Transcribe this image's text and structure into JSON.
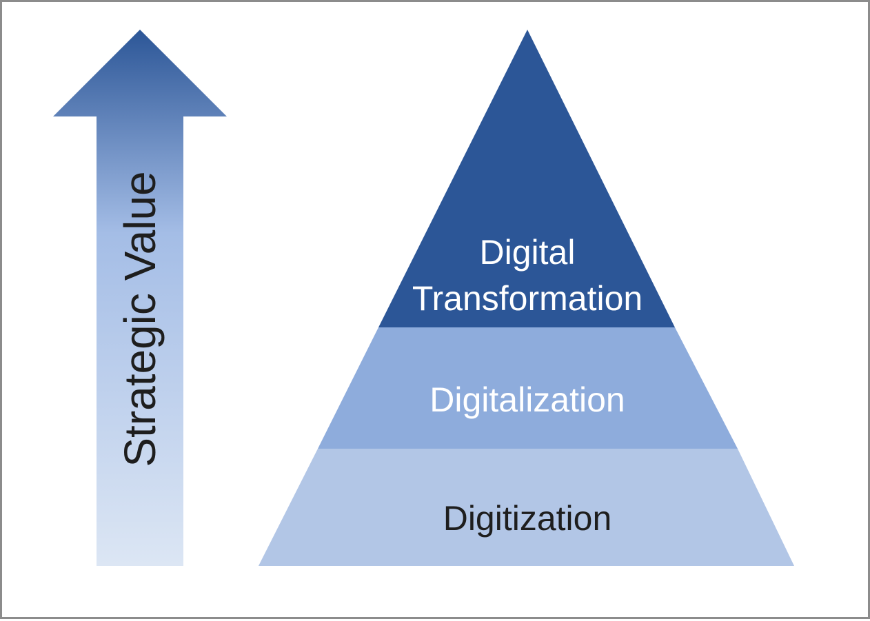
{
  "arrow": {
    "label": "Strategic Value"
  },
  "pyramid": {
    "tiers": [
      {
        "lines": [
          "Digital",
          "Transformation"
        ],
        "color": "#2c5697",
        "text_color": "#ffffff"
      },
      {
        "lines": [
          "Digitalization"
        ],
        "color": "#8eacdc",
        "text_color": "#ffffff"
      },
      {
        "lines": [
          "Digitization"
        ],
        "color": "#b2c6e6",
        "text_color": "#1e1e1e"
      }
    ]
  },
  "colors": {
    "arrow_top": "#2c5697",
    "arrow_mid": "#a4bde6",
    "arrow_bottom": "#dce6f4",
    "frame_border": "#8c8c8c"
  }
}
